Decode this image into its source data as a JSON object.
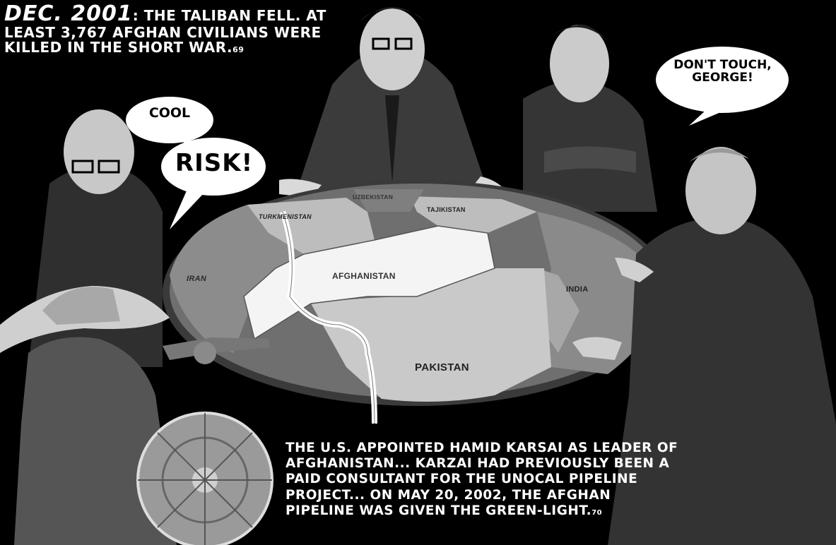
{
  "caption_top": {
    "date": "Dec. 2001",
    "text": ": The Taliban fell. At least 3,767 Afghan civilians were killed in the short war.",
    "note": "69"
  },
  "bubbles": {
    "cool": "Cool",
    "risk": "Risk!",
    "george": "Don't touch, George!"
  },
  "map_labels": {
    "uzbekistan": "Uzbekistan",
    "tajikistan": "Tajikistan",
    "turkmenistan": "Turkmenistan",
    "iran": "Iran",
    "afghanistan": "Afghanistan",
    "india": "India",
    "pakistan": "Pakistan"
  },
  "caption_bottom": {
    "text": "The U.S. appointed Hamid Karsai as leader of Afghanistan... Karzai had previously been a paid consultant for the Unocal pipeline project... On May 20, 2002, the Afghan pipeline was given the green-light.",
    "note": "70"
  },
  "colors": {
    "background": "#000000",
    "table_rim": "#3a3a3a",
    "map_dark": "#6f6f6f",
    "map_light": "#bdbdbd",
    "afghanistan": "#f4f4f4",
    "bubble": "#ffffff"
  }
}
